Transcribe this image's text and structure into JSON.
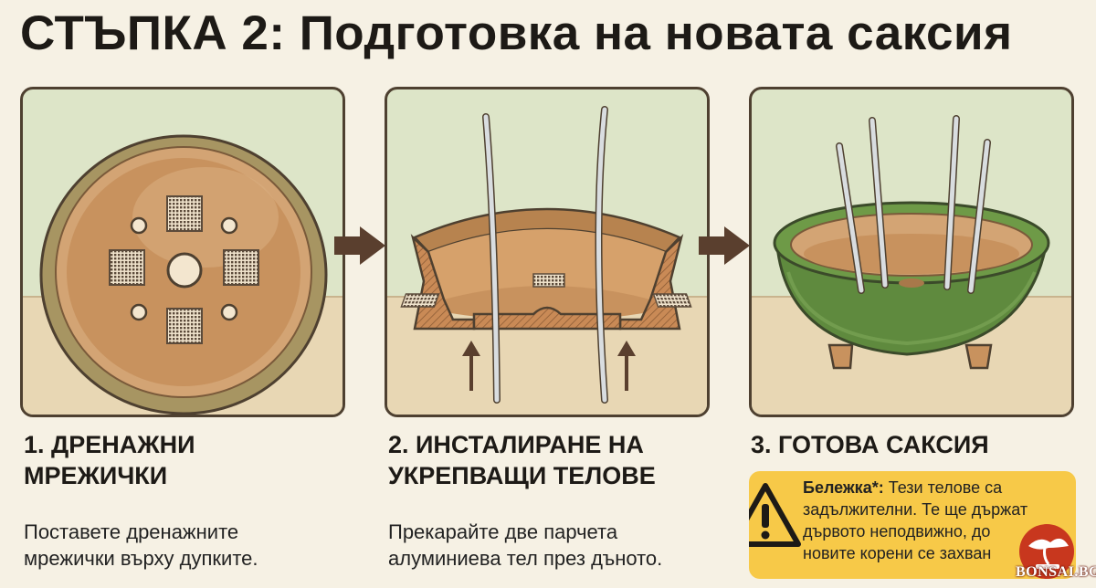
{
  "title": "СТЪПКА 2: Подготовка на новата саксия",
  "steps": [
    {
      "title_line1": "1. ДРЕНАЖНИ",
      "title_line2": "МРЕЖИЧКИ",
      "desc_line1": "Поставете дренажните",
      "desc_line2": "мрежички върху дупките."
    },
    {
      "title_line1": "2. ИНСТАЛИРАНЕ НА",
      "title_line2": "УКРЕПВАЩИ ТЕЛОВЕ",
      "desc_line1": "Прекарайте две парчета",
      "desc_line2": "алуминиева тел през дъното."
    },
    {
      "title_line1": "3. ГОТОВА САКСИЯ"
    }
  ],
  "note": {
    "label": "Бележка*:",
    "line1": " Тези телове са",
    "line2": "задължителни. Те ще държат",
    "line3": "дървото неподвижно, до",
    "line4": "новите корени се захван"
  },
  "logo": {
    "text": "BONSAI.BG"
  },
  "colors": {
    "pot_terracotta": "#c8925e",
    "pot_green": "#5f8a3e",
    "note_yellow": "#f7c948",
    "arrow_brown": "#5a3f2e"
  }
}
